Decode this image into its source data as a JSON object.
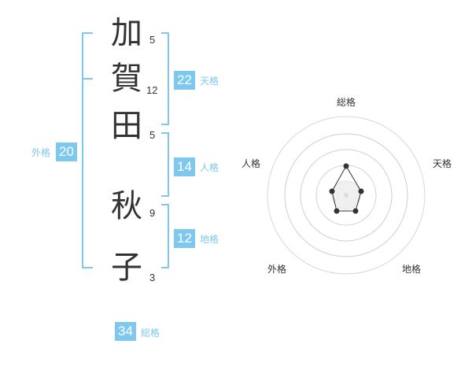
{
  "name": {
    "chars": [
      {
        "char": "加",
        "strokes": "5"
      },
      {
        "char": "賀",
        "strokes": "12"
      },
      {
        "char": "田",
        "strokes": "5"
      },
      {
        "char": "秋",
        "strokes": "9"
      },
      {
        "char": "子",
        "strokes": "3"
      }
    ]
  },
  "fortunes": {
    "tenkaku": {
      "value": "22",
      "label": "天格"
    },
    "jinkaku": {
      "value": "14",
      "label": "人格"
    },
    "chikaku": {
      "value": "12",
      "label": "地格"
    },
    "gaikaku": {
      "value": "20",
      "label": "外格"
    },
    "soukaku": {
      "value": "34",
      "label": "総格"
    }
  },
  "radar": {
    "labels": {
      "top": "総格",
      "right": "天格",
      "bottom_right": "地格",
      "bottom_left": "外格",
      "left": "人格"
    },
    "accent_color": "#7ec8ef",
    "line_color": "#333333"
  }
}
